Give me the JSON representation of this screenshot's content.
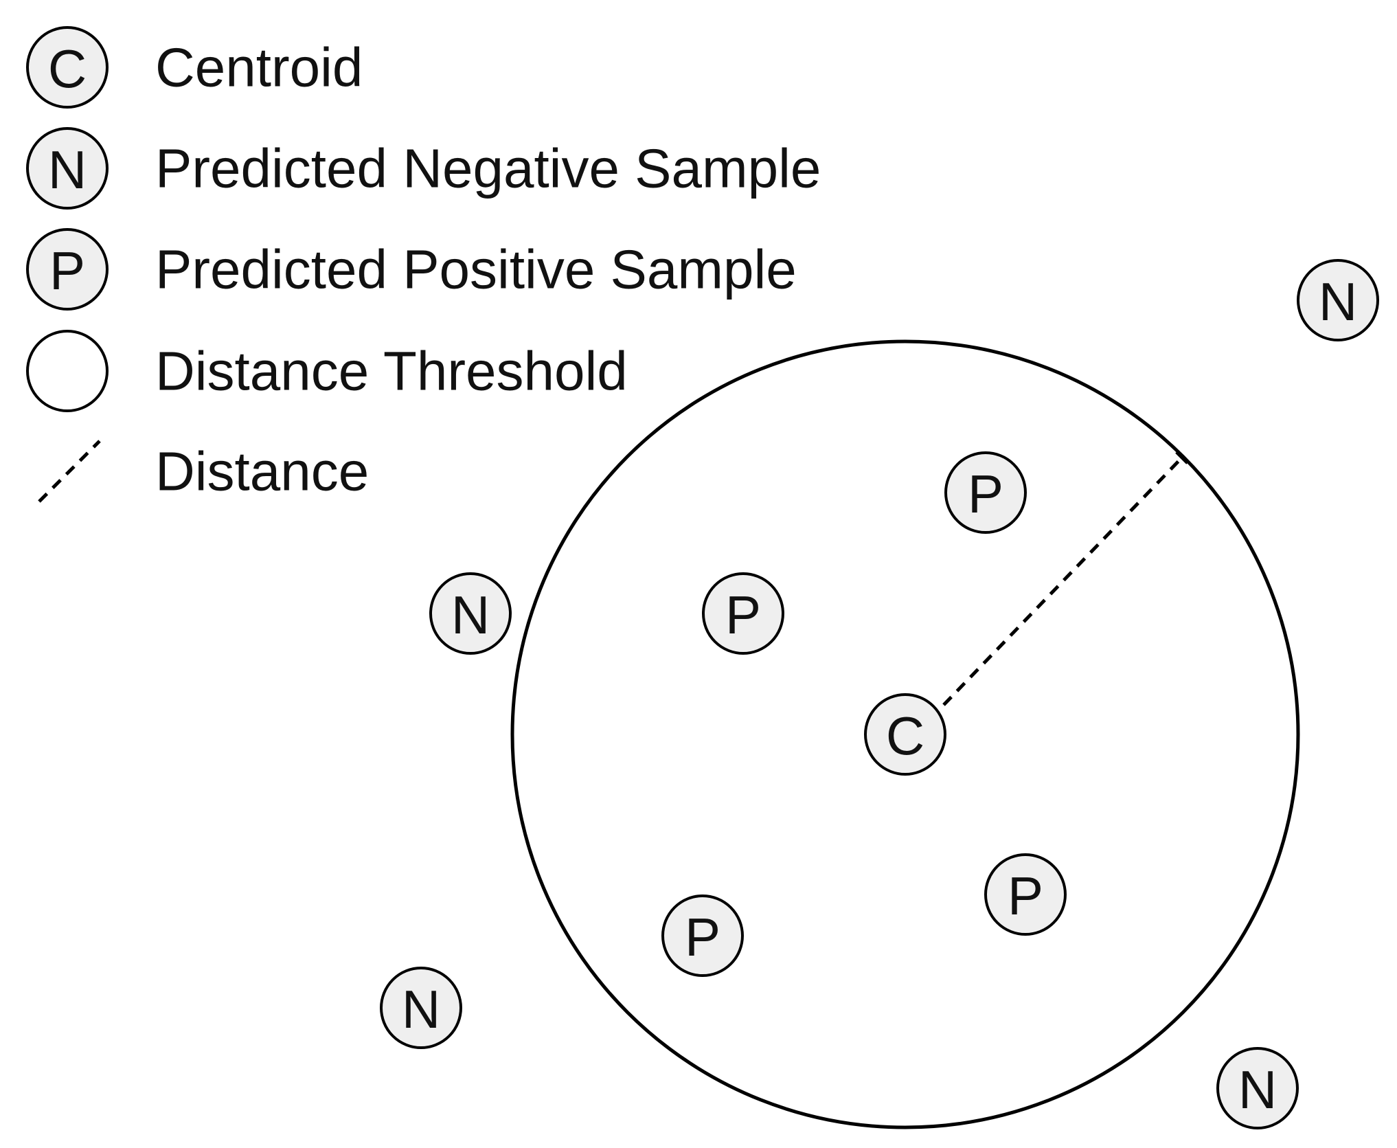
{
  "legend": {
    "centroid": {
      "symbol": "C",
      "label": "Centroid"
    },
    "negative": {
      "symbol": "N",
      "label": "Predicted Negative Sample"
    },
    "positive": {
      "symbol": "P",
      "label": "Predicted Positive Sample"
    },
    "threshold": {
      "label": "Distance Threshold"
    },
    "distance": {
      "label": "Distance"
    }
  },
  "nodes": {
    "centroid": "C",
    "positive_1": "P",
    "positive_2": "P",
    "positive_3": "P",
    "positive_4": "P",
    "negative_1": "N",
    "negative_2": "N",
    "negative_3": "N",
    "negative_4": "N"
  },
  "colors": {
    "node_fill": "#efefef",
    "stroke": "#000000",
    "text": "#111111",
    "background": "#ffffff"
  }
}
